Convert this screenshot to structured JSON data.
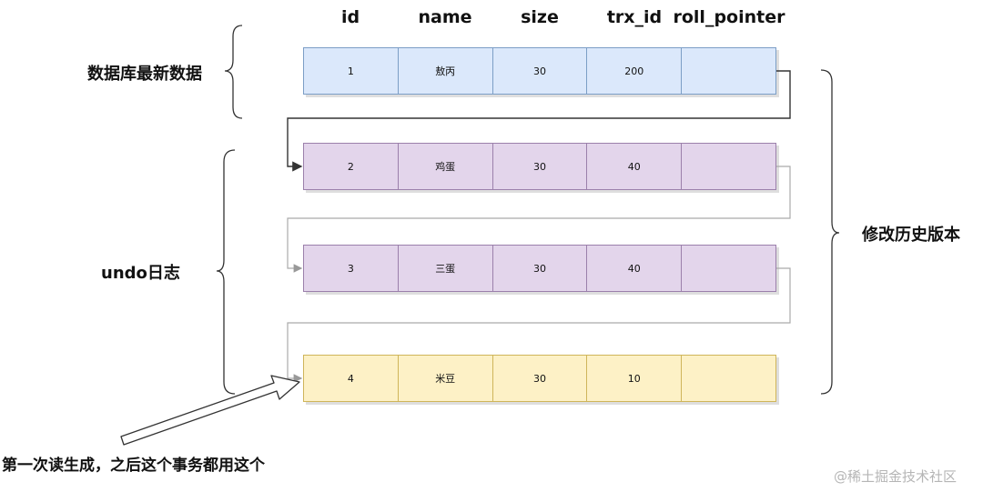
{
  "columns": [
    "id",
    "name",
    "size",
    "trx_id",
    "roll_pointer"
  ],
  "rows": [
    {
      "id": "1",
      "name": "敖丙",
      "size": "30",
      "trx_id": "200",
      "roll_pointer": ""
    },
    {
      "id": "2",
      "name": "鸡蛋",
      "size": "30",
      "trx_id": "40",
      "roll_pointer": ""
    },
    {
      "id": "3",
      "name": "三蛋",
      "size": "30",
      "trx_id": "40",
      "roll_pointer": ""
    },
    {
      "id": "4",
      "name": "米豆",
      "size": "30",
      "trx_id": "10",
      "roll_pointer": ""
    }
  ],
  "labels": {
    "latest_data": "数据库最新数据",
    "undo_log": "undo日志",
    "history_versions": "修改历史版本",
    "first_read": "第一次读生成，之后这个事务都用这个",
    "watermark": "@稀土掘金技术社区"
  },
  "colors": {
    "latest_row": "#dbe8fb",
    "undo_row": "#e3d5eb",
    "read_row": "#fdf1c6"
  }
}
